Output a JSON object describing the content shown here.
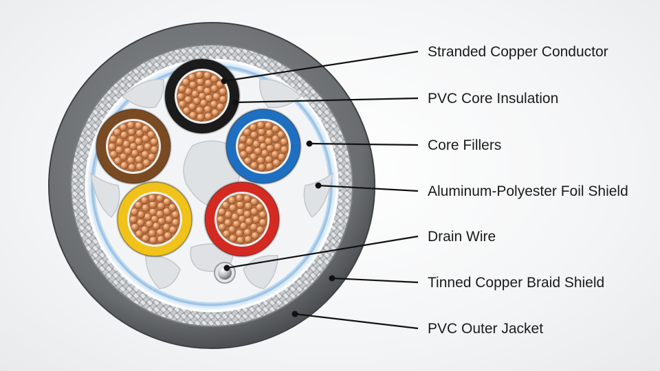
{
  "diagram": {
    "labels": [
      {
        "id": "stranded-copper-conductor",
        "text": "Stranded Copper Conductor"
      },
      {
        "id": "pvc-core-insulation",
        "text": "PVC Core Insulation"
      },
      {
        "id": "core-fillers",
        "text": "Core Fillers"
      },
      {
        "id": "aluminum-polyester-foil-shield",
        "text": "Aluminum-Polyester Foil Shield"
      },
      {
        "id": "drain-wire",
        "text": "Drain Wire"
      },
      {
        "id": "tinned-copper-braid-shield",
        "text": "Tinned Copper Braid Shield"
      },
      {
        "id": "pvc-outer-jacket",
        "text": "PVC Outer Jacket"
      }
    ],
    "core_colors": {
      "black": "#1b1b1b",
      "blue": "#1f6fc0",
      "red": "#d42a22",
      "yellow": "#f0c21a",
      "brown": "#7a4a22"
    },
    "materials": {
      "jacket": "#6d7073",
      "braid": "#b9bcbf",
      "foil": "#cfe3f5",
      "filler": "#e3e5e8",
      "copper": "#d98a54"
    }
  }
}
